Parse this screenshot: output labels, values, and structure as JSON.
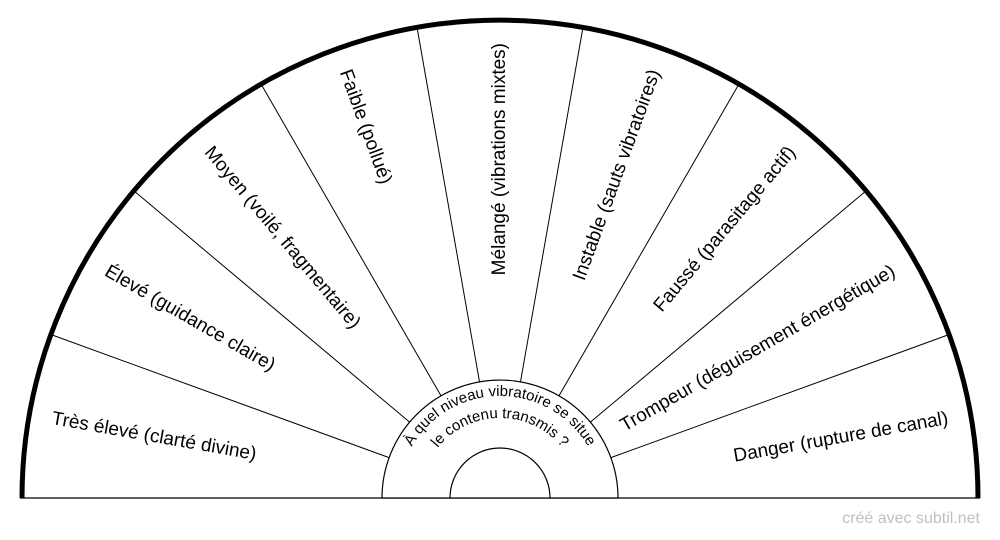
{
  "center_question": {
    "line1": "À quel niveau vibratoire se situe",
    "line2": "le contenu transmis ?"
  },
  "segments": [
    {
      "label": "Très élevé (clarté divine)"
    },
    {
      "label": "Élevé (guidance claire)"
    },
    {
      "label": "Moyen (voilé, fragmentaire)"
    },
    {
      "label": "Faible (pollué)"
    },
    {
      "label": "Mélangé (vibrations mixtes)"
    },
    {
      "label": "Instable (sauts vibratoires)"
    },
    {
      "label": "Faussé (parasitage actif)"
    },
    {
      "label": "Trompeur (déguisement énergétique)"
    },
    {
      "label": "Danger (rupture de canal)"
    }
  ],
  "credit": "créé avec subtil.net"
}
